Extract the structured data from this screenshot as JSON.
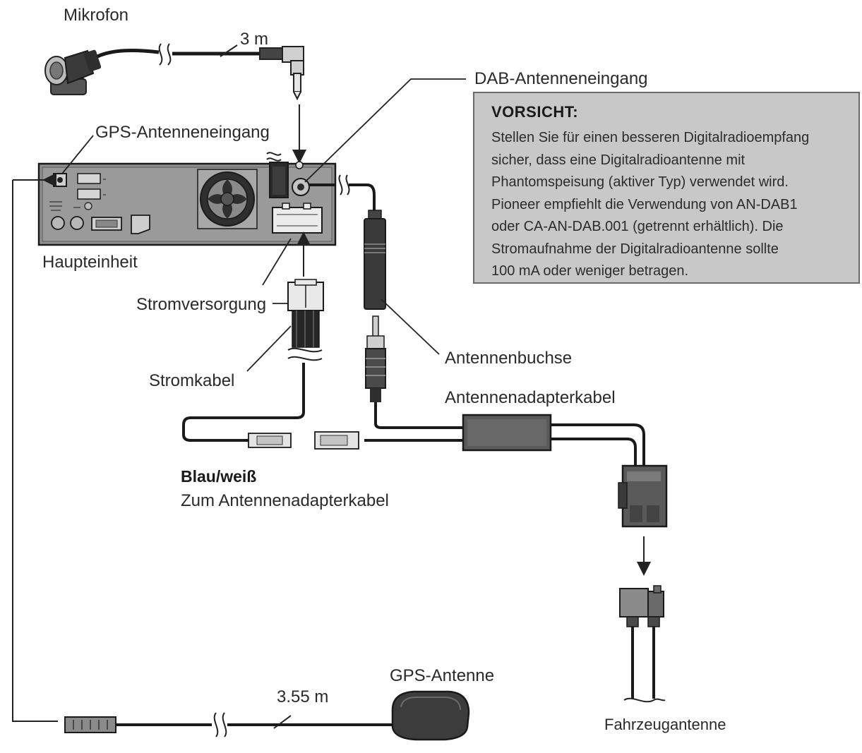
{
  "labels": {
    "microphone": "Mikrofon",
    "mic_cable_length": "3 m",
    "dab_input": "DAB-Antenneneingang",
    "gps_input": "GPS-Antenneneingang",
    "main_unit": "Haupteinheit",
    "power_supply": "Stromversorgung",
    "power_cable": "Stromkabel",
    "antenna_socket": "Antennenbuchse",
    "antenna_adapter_cable": "Antennenadapterkabel",
    "blue_white": "Blau/weiß",
    "to_antenna_adapter": "Zum Antennenadapterkabel",
    "gps_antenna": "GPS-Antenne",
    "gps_cable_length": "3.55 m",
    "vehicle_antenna": "Fahrzeugantenne"
  },
  "caution": {
    "title": "VORSICHT:",
    "lines": [
      "Stellen Sie für einen besseren Digitalradioempfang",
      "sicher, dass eine Digitalradioantenne mit",
      "Phantomspeisung (aktiver Typ) verwendet wird.",
      "Pioneer empfiehlt die Verwendung von AN-DAB1",
      "oder CA-AN-DAB.001 (getrennt erhältlich). Die",
      "Stromaufnahme der Digitalradioantenne sollte",
      "100 mA oder weniger betragen."
    ]
  }
}
